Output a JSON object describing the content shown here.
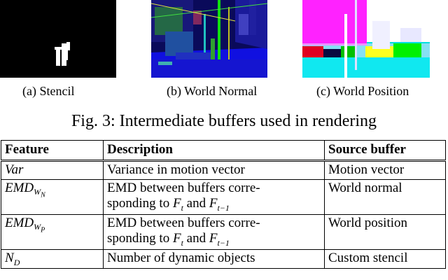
{
  "subfigures": [
    {
      "caption": "(a) Stencil"
    },
    {
      "caption": "(b) World Normal"
    },
    {
      "caption": "(c) World Position"
    }
  ],
  "figure_caption": "Fig. 3: Intermediate buffers used in rendering",
  "table": {
    "headers": [
      "Feature",
      "Description",
      "Source buffer"
    ],
    "rows": [
      {
        "feature": "Var",
        "description": "Variance in motion vector",
        "source": "Motion vector"
      },
      {
        "feature": "EMD",
        "feature_sub": "W",
        "feature_subsub": "N",
        "description": "EMD between buffers corre-",
        "description2": "sponding to",
        "description3": "and",
        "source": "World normal"
      },
      {
        "feature": "EMD",
        "feature_sub": "W",
        "feature_subsub": "P",
        "description": "EMD between buffers corre-",
        "description2": "sponding to",
        "description3": "and",
        "source": "World position"
      },
      {
        "feature": "N",
        "feature_sub": "D",
        "description": "Number of dynamic objects",
        "source": "Custom stencil"
      }
    ],
    "math": {
      "F": "F",
      "t": "t",
      "t_minus_1": "t−1"
    }
  }
}
